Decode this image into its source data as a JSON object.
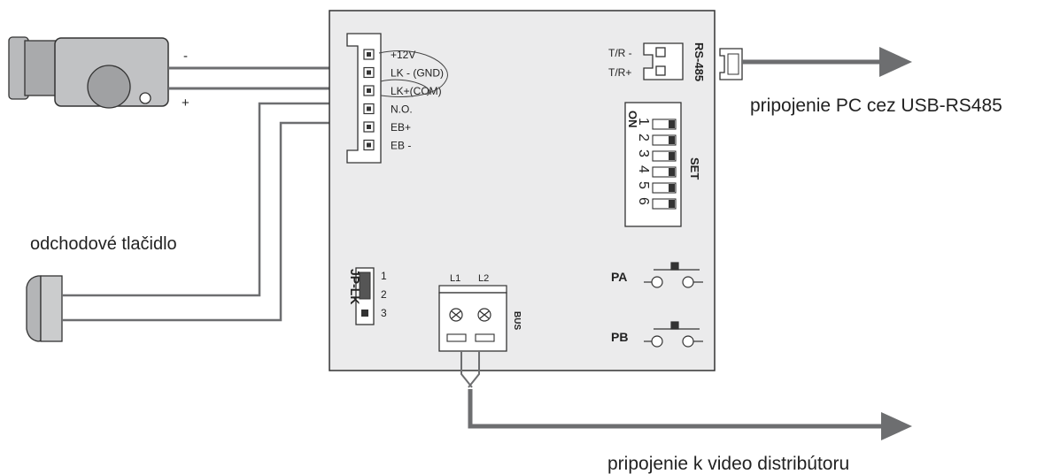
{
  "terminal_labels": [
    "+12V",
    "LK - (GND)",
    "LK+(COM)",
    "N.O.",
    "EB+",
    "EB -"
  ],
  "lock_wire_minus": "-",
  "lock_wire_plus": "+",
  "rs485": {
    "title": "RS-485",
    "tr_minus": "T/R -",
    "tr_plus": "T/R+"
  },
  "dip": {
    "on_label": "ON",
    "set_label": "SET",
    "numbers": [
      "1",
      "2",
      "3",
      "4",
      "5",
      "6"
    ]
  },
  "jumper": {
    "title": "JP-LK",
    "pins": [
      "1",
      "2",
      "3"
    ]
  },
  "bus": {
    "l1": "L1",
    "l2": "L2",
    "label": "BUS"
  },
  "buttons": {
    "pa": "PA",
    "pb": "PB"
  },
  "captions": {
    "pc": "pripojenie PC cez USB-RS485",
    "exit_button": "odchodové tlačidlo",
    "video": "pripojenie k video distribútoru"
  },
  "colors": {
    "wire": "#6d6e70",
    "board": "#ebebec",
    "outline": "#333333",
    "part": "#b8b9bb"
  }
}
